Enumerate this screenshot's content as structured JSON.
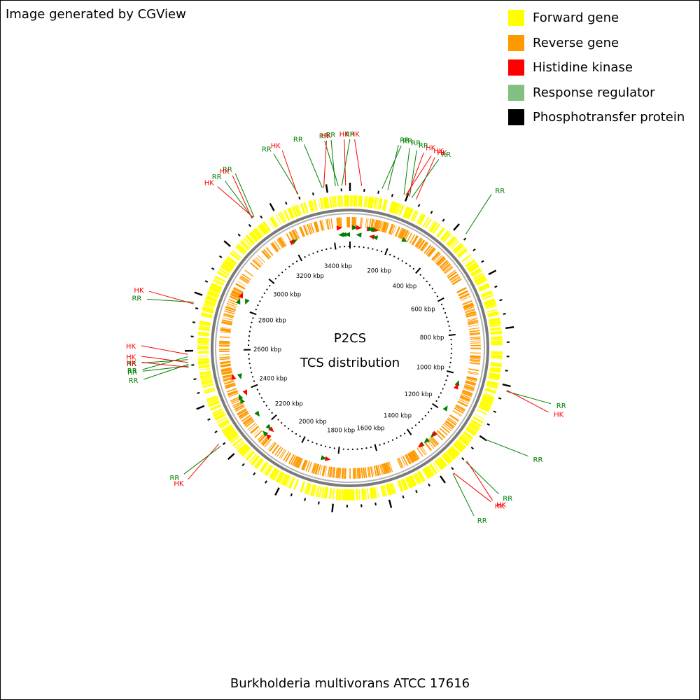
{
  "credit": "Image generated by CGView",
  "caption": "Burkholderia multivorans ATCC 17616",
  "center": {
    "line1": "P2CS",
    "line2": "TCS distribution"
  },
  "legend": [
    {
      "label": "Forward gene",
      "color": "#ffff00"
    },
    {
      "label": "Reverse gene",
      "color": "#ff9900"
    },
    {
      "label": "Histidine kinase",
      "color": "#ff0000"
    },
    {
      "label": "Response regulator",
      "color": "#80c080"
    },
    {
      "label": "Phosphotransfer protein",
      "color": "#000000"
    }
  ],
  "genome_kbp": 3480,
  "scale_labels": [
    {
      "text": "200 kbp",
      "kbp": 200
    },
    {
      "text": "400 kbp",
      "kbp": 400
    },
    {
      "text": "600 kbp",
      "kbp": 600
    },
    {
      "text": "800 kbp",
      "kbp": 800
    },
    {
      "text": "1000 kbp",
      "kbp": 1000
    },
    {
      "text": "1200 kbp",
      "kbp": 1200
    },
    {
      "text": "1400 kbp",
      "kbp": 1400
    },
    {
      "text": "1600 kbp",
      "kbp": 1600
    },
    {
      "text": "1800 kbp",
      "kbp": 1800
    },
    {
      "text": "2000 kbp",
      "kbp": 2000
    },
    {
      "text": "2200 kbp",
      "kbp": 2200
    },
    {
      "text": "2400 kbp",
      "kbp": 2400
    },
    {
      "text": "2600 kbp",
      "kbp": 2600
    },
    {
      "text": "2800 kbp",
      "kbp": 2800
    },
    {
      "text": "3000 kbp",
      "kbp": 3000
    },
    {
      "text": "3200 kbp",
      "kbp": 3200
    },
    {
      "text": "3400 kbp",
      "kbp": 3400
    }
  ],
  "tcs_labels": [
    {
      "text": "RR",
      "type": "RR",
      "kbp": 3300
    },
    {
      "text": "HK",
      "type": "HK",
      "kbp": 3297
    },
    {
      "text": "RR",
      "type": "RR",
      "kbp": 3130
    },
    {
      "text": "HK",
      "type": "HK",
      "kbp": 3127
    },
    {
      "text": "RR",
      "type": "RR",
      "kbp": 3124
    },
    {
      "text": "HK",
      "type": "HK",
      "kbp": 3121
    },
    {
      "text": "RR",
      "type": "RR",
      "kbp": 2768
    },
    {
      "text": "HK",
      "type": "HK",
      "kbp": 2762
    },
    {
      "text": "HK",
      "type": "HK",
      "kbp": 2588
    },
    {
      "text": "RR",
      "type": "RR",
      "kbp": 2580
    },
    {
      "text": "RR",
      "type": "RR",
      "kbp": 2570
    },
    {
      "text": "HK",
      "type": "HK",
      "kbp": 2560
    },
    {
      "text": "RR",
      "type": "RR",
      "kbp": 2554
    },
    {
      "text": "RR",
      "type": "RR",
      "kbp": 2548
    },
    {
      "text": "HK",
      "type": "HK",
      "kbp": 2544
    },
    {
      "text": "HK",
      "type": "HK",
      "kbp": 2260
    },
    {
      "text": "RR",
      "type": "RR",
      "kbp": 2250
    },
    {
      "text": "RR",
      "type": "RR",
      "kbp": 1360
    },
    {
      "text": "HK",
      "type": "HK",
      "kbp": 1357
    },
    {
      "text": "RR",
      "type": "RR",
      "kbp": 1300
    },
    {
      "text": "HK",
      "type": "HK",
      "kbp": 1296
    },
    {
      "text": "RR",
      "type": "RR",
      "kbp": 1200
    },
    {
      "text": "RR",
      "type": "RR",
      "kbp": 1020
    },
    {
      "text": "HK",
      "type": "HK",
      "kbp": 1016
    },
    {
      "text": "RR",
      "type": "RR",
      "kbp": 440
    },
    {
      "text": "HK",
      "type": "HK",
      "kbp": 232
    },
    {
      "text": "RR",
      "type": "RR",
      "kbp": 216
    },
    {
      "text": "RR",
      "type": "RR",
      "kbp": 208
    },
    {
      "text": "HK",
      "type": "HK",
      "kbp": 200
    },
    {
      "text": "HK",
      "type": "HK",
      "kbp": 194
    },
    {
      "text": "RR",
      "type": "RR",
      "kbp": 188
    },
    {
      "text": "RR",
      "type": "RR",
      "kbp": 130
    },
    {
      "text": "RR",
      "type": "RR",
      "kbp": 110
    },
    {
      "text": "HK",
      "type": "HK",
      "kbp": 40
    },
    {
      "text": "HK",
      "type": "HK",
      "kbp": 3465
    },
    {
      "text": "RR",
      "type": "RR",
      "kbp": 3452
    },
    {
      "text": "RR",
      "type": "RR",
      "kbp": 3440
    },
    {
      "text": "RR",
      "type": "RR",
      "kbp": 3430
    },
    {
      "text": "HK",
      "type": "HK",
      "kbp": 3390
    },
    {
      "text": "RR",
      "type": "RR",
      "kbp": 3385
    }
  ],
  "tcs_markers": [
    {
      "type": "HK",
      "kbp": 3430,
      "strand": "forward"
    },
    {
      "type": "RR",
      "kbp": 3438,
      "strand": "reverse"
    },
    {
      "type": "RR",
      "kbp": 3450,
      "strand": "reverse"
    },
    {
      "type": "RR",
      "kbp": 3468,
      "strand": "reverse"
    },
    {
      "type": "HK",
      "kbp": 20,
      "strand": "forward"
    },
    {
      "type": "RR",
      "kbp": 22,
      "strand": "forward"
    },
    {
      "type": "HK",
      "kbp": 40,
      "strand": "forward"
    },
    {
      "type": "RR",
      "kbp": 44,
      "strand": "reverse"
    },
    {
      "type": "HK",
      "kbp": 90,
      "strand": "forward"
    },
    {
      "type": "HK",
      "kbp": 108,
      "strand": "reverse"
    },
    {
      "type": "HK",
      "kbp": 118,
      "strand": "forward"
    },
    {
      "type": "RR",
      "kbp": 96,
      "strand": "forward"
    },
    {
      "type": "RR",
      "kbp": 110,
      "strand": "forward"
    },
    {
      "type": "RR",
      "kbp": 124,
      "strand": "reverse"
    },
    {
      "type": "RR",
      "kbp": 260,
      "strand": "forward"
    },
    {
      "type": "RR",
      "kbp": 1045,
      "strand": "reverse"
    },
    {
      "type": "HK",
      "kbp": 1062,
      "strand": "reverse"
    },
    {
      "type": "RR",
      "kbp": 1180,
      "strand": "reverse"
    },
    {
      "type": "RR",
      "kbp": 1320,
      "strand": "forward"
    },
    {
      "type": "HK",
      "kbp": 1312,
      "strand": "forward"
    },
    {
      "type": "RR",
      "kbp": 1360,
      "strand": "forward"
    },
    {
      "type": "RR",
      "kbp": 1390,
      "strand": "forward"
    },
    {
      "type": "HK",
      "kbp": 1395,
      "strand": "forward"
    },
    {
      "type": "HK",
      "kbp": 1850,
      "strand": "reverse"
    },
    {
      "type": "RR",
      "kbp": 1870,
      "strand": "reverse"
    },
    {
      "type": "HK",
      "kbp": 2155,
      "strand": "forward"
    },
    {
      "type": "HK",
      "kbp": 2162,
      "strand": "reverse"
    },
    {
      "type": "RR",
      "kbp": 2175,
      "strand": "forward"
    },
    {
      "type": "RR",
      "kbp": 2180,
      "strand": "reverse"
    },
    {
      "type": "RR",
      "kbp": 2265,
      "strand": "reverse"
    },
    {
      "type": "RR",
      "kbp": 2360,
      "strand": "forward"
    },
    {
      "type": "HK",
      "kbp": 2385,
      "strand": "reverse"
    },
    {
      "type": "RR",
      "kbp": 2378,
      "strand": "forward"
    },
    {
      "type": "HK",
      "kbp": 2475,
      "strand": "forward"
    },
    {
      "type": "RR",
      "kbp": 2470,
      "strand": "reverse"
    },
    {
      "type": "RR",
      "kbp": 2830,
      "strand": "forward"
    },
    {
      "type": "RR",
      "kbp": 2842,
      "strand": "reverse"
    },
    {
      "type": "HK",
      "kbp": 2860,
      "strand": "forward"
    },
    {
      "type": "RR",
      "kbp": 3215,
      "strand": "forward"
    },
    {
      "type": "HK",
      "kbp": 3205,
      "strand": "forward"
    }
  ]
}
